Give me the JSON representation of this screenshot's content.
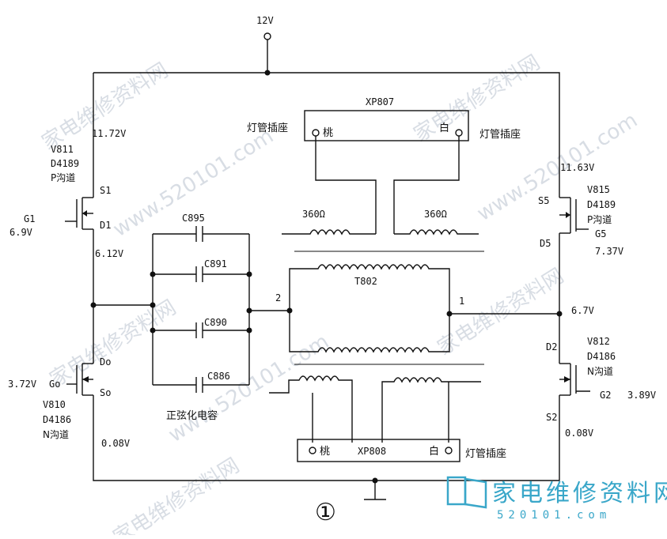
{
  "labels": {
    "supply": "12V",
    "xp807": "XP807",
    "lamp_socket_left_top": "灯管插座",
    "lamp_socket_right_top": "灯管插座",
    "tao_top": "桃",
    "bai_top": "白",
    "res_left": "360Ω",
    "res_right": "360Ω",
    "t802": "T802",
    "pin2": "2",
    "pin1": "1",
    "xp808": "XP808",
    "tao_bot": "桃",
    "bai_bot": "白",
    "lamp_socket_bot": "灯管插座",
    "caps_caption": "正弦化电容",
    "c895": "C895",
    "c891": "C891",
    "c890": "C890",
    "c886": "C886",
    "v811": "V811",
    "v811_part": "D4189",
    "v811_type": "P沟道",
    "v811_s": "S1",
    "v811_g": "G1",
    "v811_d": "D1",
    "v_11_72": "11.72V",
    "v_6_9": "6.9V",
    "v_6_12": "6.12V",
    "v810": "V810",
    "v810_part": "D4186",
    "v810_type": "N沟道",
    "v810_d": "Do",
    "v810_g": "Go",
    "v810_s": "So",
    "v_3_72": "3.72V",
    "v_0_08_left": "0.08V",
    "v815": "V815",
    "v815_part": "D4189",
    "v815_type": "P沟道",
    "v815_s": "S5",
    "v815_g": "G5",
    "v815_d": "D5",
    "v_11_63": "11.63V",
    "v_7_37": "7.37V",
    "v_6_7": "6.7V",
    "v812": "V812",
    "v812_part": "D4186",
    "v812_type": "N沟道",
    "v812_d": "D2",
    "v812_g": "G2",
    "v812_s": "S2",
    "v_3_89": "3.89V",
    "v_0_08_right": "0.08V",
    "figure_number": "①"
  },
  "watermark": {
    "text_cn": "家电维修资料网",
    "url": "www.520101.com",
    "logo_cn": "家电维修资料网",
    "logo_url": "520101.com"
  },
  "colors": {
    "line": "#111111",
    "watermark": "#d8dde4",
    "logo": "#3aa7c9"
  }
}
